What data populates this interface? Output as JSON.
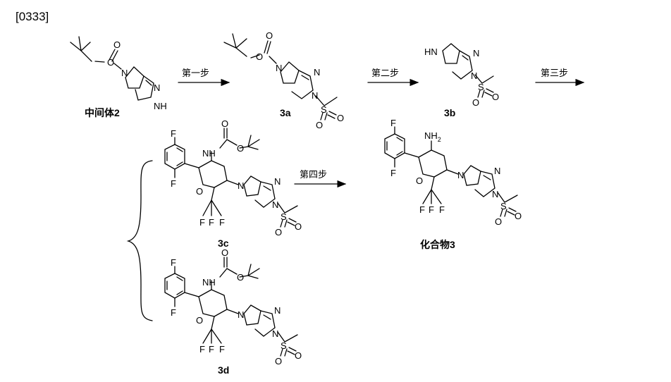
{
  "paragraph_number": "[0333]",
  "steps": {
    "step1": "第一步",
    "step2": "第二步",
    "step3": "第三步",
    "step4": "第四步"
  },
  "compounds": {
    "int2": "中间体2",
    "c3a": "3a",
    "c3b": "3b",
    "c3c": "3c",
    "c3d": "3d",
    "prod": "化合物3"
  },
  "atoms": {
    "O": "O",
    "N": "N",
    "S": "S",
    "F": "F",
    "NH": "NH",
    "HN": "HN",
    "NH2_base": "NH",
    "NH2_sub": "2"
  }
}
